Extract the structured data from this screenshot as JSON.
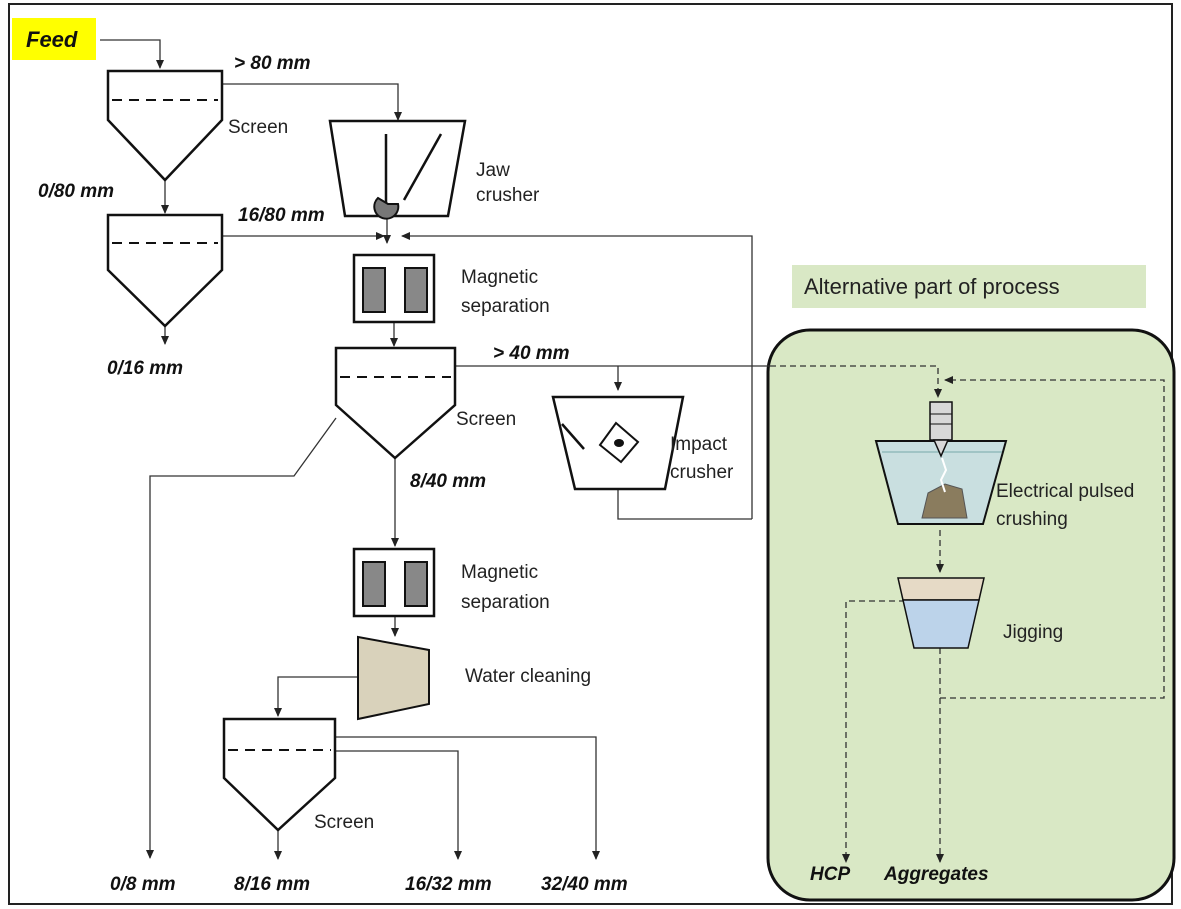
{
  "feed": {
    "label": "Feed",
    "highlight": "#ffff00"
  },
  "alternative": {
    "title": "Alternative part of process",
    "panel_color": "#d9e8c5"
  },
  "units": {
    "screen1": "Screen",
    "jaw": {
      "line1": "Jaw",
      "line2": "crusher"
    },
    "magsep1": {
      "line1": "Magnetic",
      "line2": "separation"
    },
    "screen2": "Screen",
    "impact": {
      "line1": "Impact",
      "line2": "crusher"
    },
    "magsep2": {
      "line1": "Magnetic",
      "line2": "separation"
    },
    "water": "Water cleaning",
    "screen3": "Screen",
    "epc": {
      "line1": "Electrical pulsed",
      "line2": "crushing"
    },
    "jigging": "Jigging"
  },
  "streams": {
    "s_gt80": "> 80 mm",
    "s_0_80": "0/80 mm",
    "s_16_80": "16/80 mm",
    "s_0_16": "0/16 mm",
    "s_gt40": "> 40 mm",
    "s_8_40": "8/40 mm",
    "s_0_8": "0/8 mm",
    "s_8_16": "8/16 mm",
    "s_16_32": "16/32 mm",
    "s_32_40": "32/40 mm",
    "hcp": "HCP",
    "aggregates": "Aggregates"
  }
}
